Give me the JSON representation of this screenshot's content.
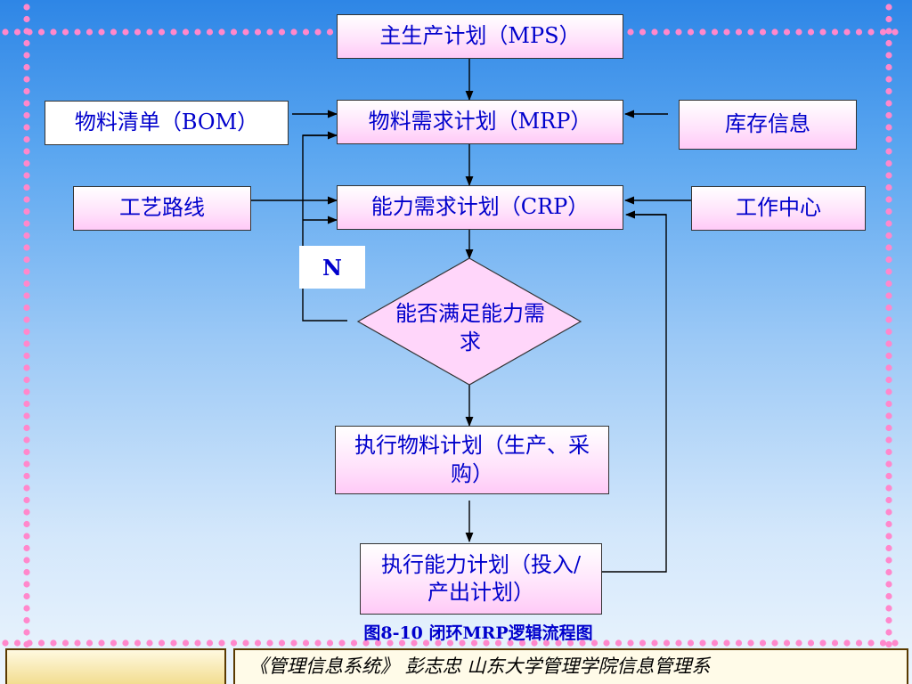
{
  "nodes": {
    "mps": "主生产计划（MPS）",
    "bom": "物料清单（BOM）",
    "mrp": "物料需求计划（MRP）",
    "inventory": "库存信息",
    "routing": "工艺路线",
    "crp": "能力需求计划（CRP）",
    "work_center": "工作中心",
    "decision": "能否满足能力需求",
    "exec_material": "执行物料计划（生产、采购）",
    "exec_capacity": "执行能力计划（投入/产出计划）"
  },
  "labels": {
    "no": "N"
  },
  "caption": "图8-10  闭环MRP逻辑流程图",
  "footer": "《管理信息系统》 彭志忠    山东大学管理学院信息管理系",
  "colors": {
    "text": "#0000cc",
    "box_fill": "#ffd6fa",
    "dot": "#ff88cc"
  }
}
